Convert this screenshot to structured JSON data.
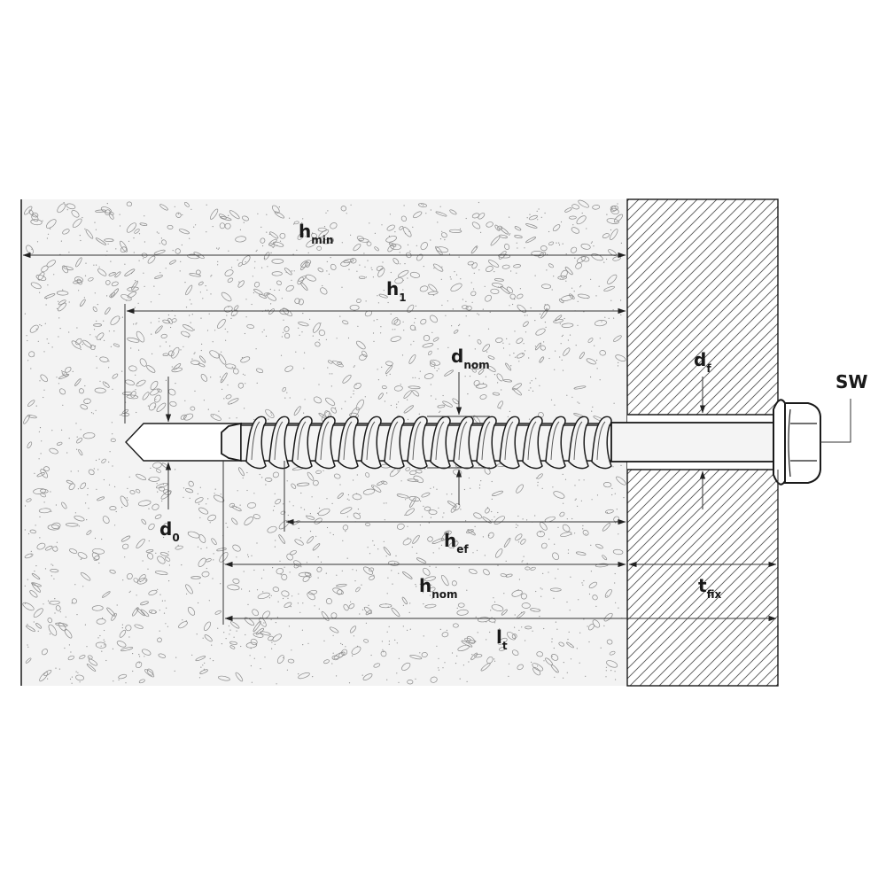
{
  "labels": {
    "h_min": {
      "main": "h",
      "sub": "min"
    },
    "h_1": {
      "main": "h",
      "sub": "1"
    },
    "d_nom": {
      "main": "d",
      "sub": "nom"
    },
    "d_f": {
      "main": "d",
      "sub": "f"
    },
    "sw": {
      "main": "SW",
      "sub": ""
    },
    "d_0": {
      "main": "d",
      "sub": "0"
    },
    "h_ef": {
      "main": "h",
      "sub": "ef"
    },
    "h_nom": {
      "main": "h",
      "sub": "nom"
    },
    "t_fix": {
      "main": "t",
      "sub": "fix"
    },
    "l_t": {
      "main": "l",
      "sub": "t"
    }
  },
  "colors": {
    "line": "#1a1a1a",
    "concrete_fill": "#f3f3f3",
    "concrete_speck": "#8c8c8c",
    "fixture_fill": "#ffffff",
    "hatch": "#555555",
    "screw_fill": "#f4f4f4"
  }
}
